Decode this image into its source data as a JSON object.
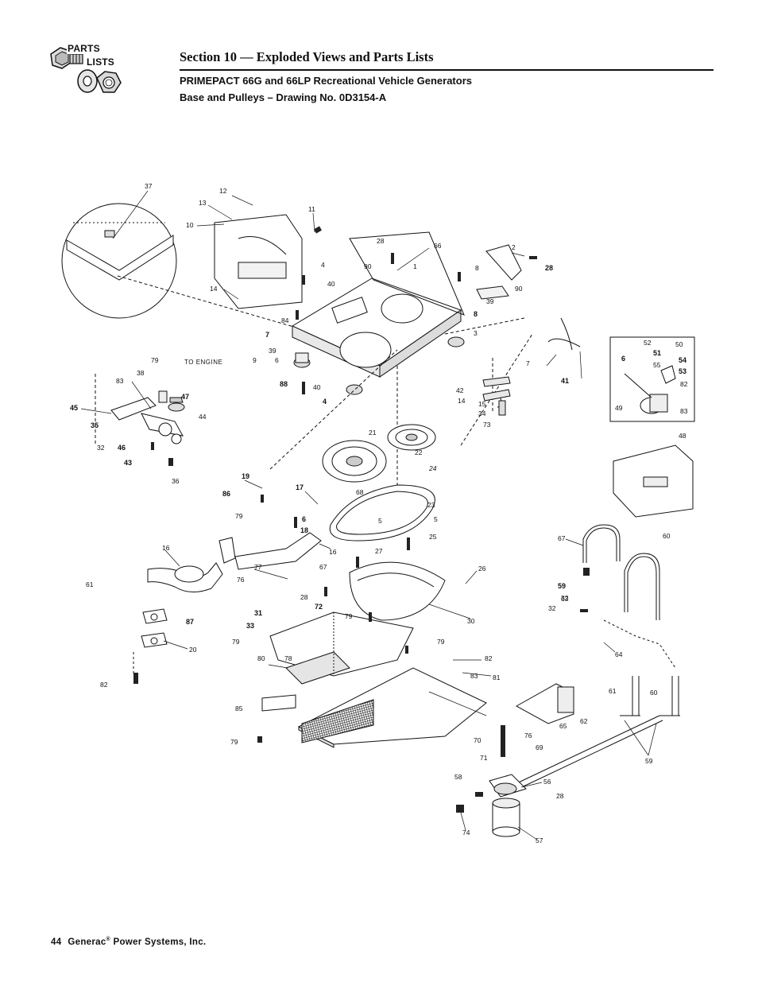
{
  "logo": {
    "word1": "PARTS",
    "word2": "LISTS"
  },
  "header": {
    "section_title": "Section 10 — Exploded Views and Parts Lists",
    "model_line": "PRIMEPACT 66G and 66LP Recreational Vehicle Generators",
    "drawing_line": "Base and Pulleys – Drawing No. 0D3154-A"
  },
  "drawing": {
    "annotation": "TO ENGINE",
    "callouts": [
      "37",
      "12",
      "13",
      "11",
      "10",
      "14",
      "28",
      "66",
      "90",
      "1",
      "2",
      "28",
      "4",
      "8",
      "40",
      "90",
      "39",
      "84",
      "8",
      "3",
      "7",
      "39",
      "6",
      "9",
      "88",
      "40",
      "4",
      "7",
      "41",
      "79",
      "38",
      "83",
      "47",
      "44",
      "45",
      "35",
      "32",
      "46",
      "43",
      "36",
      "42",
      "14",
      "15",
      "34",
      "73",
      "16",
      "52",
      "50",
      "6",
      "51",
      "55",
      "54",
      "53",
      "82",
      "49",
      "83",
      "48",
      "21",
      "22",
      "24",
      "19",
      "86",
      "79",
      "17",
      "68",
      "6",
      "18",
      "23",
      "5",
      "5",
      "25",
      "27",
      "16",
      "76",
      "77",
      "67",
      "26",
      "67",
      "60",
      "61",
      "28",
      "72",
      "31",
      "32",
      "79",
      "87",
      "33",
      "59",
      "63",
      "32",
      "79",
      "79",
      "30",
      "20",
      "80",
      "78",
      "64",
      "82",
      "83",
      "81",
      "82",
      "85",
      "61",
      "60",
      "65",
      "62",
      "79",
      "70",
      "76",
      "69",
      "71",
      "59",
      "58",
      "56",
      "28",
      "74",
      "57"
    ]
  },
  "footer": {
    "page_number": "44",
    "company": "Generac",
    "registered_mark": "®",
    "company_suffix": " Power Systems, Inc."
  }
}
